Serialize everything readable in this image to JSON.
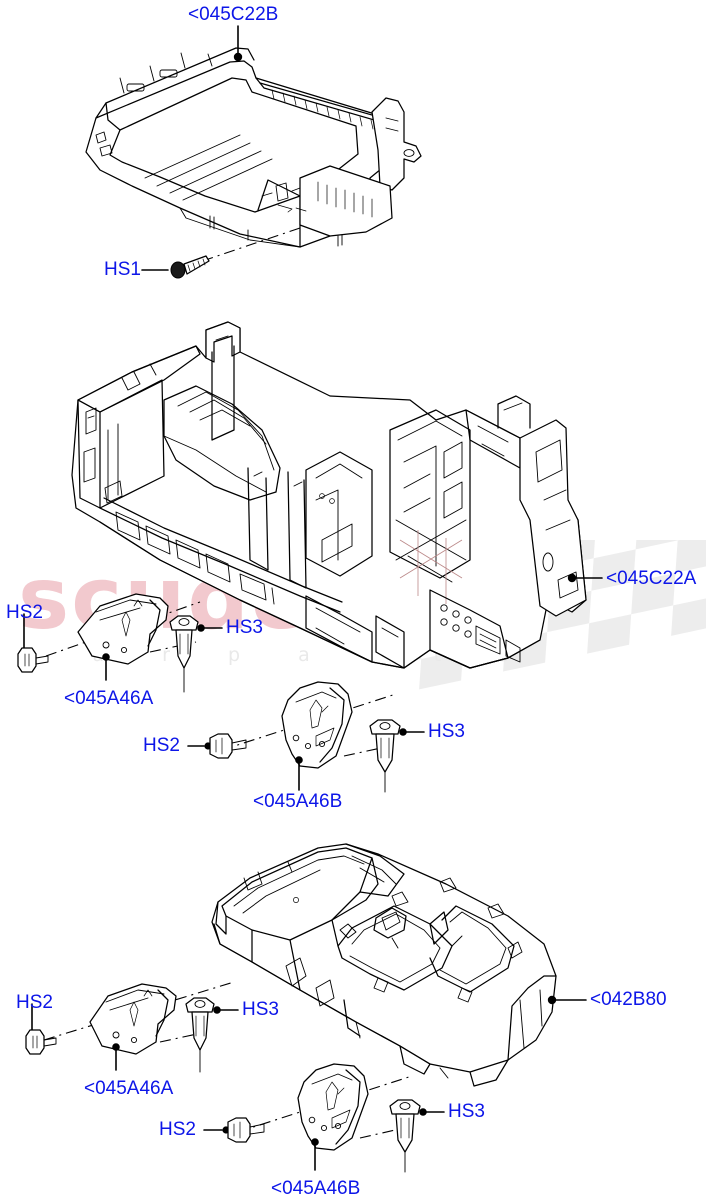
{
  "diagram": {
    "title": "Centre Console Exploded Parts Diagram",
    "label_color": "#0d16e8",
    "line_color": "#000000"
  },
  "watermark": {
    "brand": "scuderia",
    "tagline": "c a r   p a r t s",
    "brand_color": "#f2c9ce",
    "tagline_color": "#e9e9e9",
    "flag_color": "#ededed"
  },
  "assemblies": [
    {
      "name": "console-storage-tray",
      "part_label": "<045C22B",
      "fasteners": [
        {
          "code": "HS1",
          "type": "screw"
        }
      ]
    },
    {
      "name": "console-main-frame",
      "part_label": "<045C22A",
      "brackets": [
        {
          "part_label": "<045A46A",
          "side": "left"
        },
        {
          "part_label": "<045A46B",
          "side": "right"
        }
      ],
      "fasteners": [
        {
          "code": "HS2",
          "type": "push-rivet"
        },
        {
          "code": "HS3",
          "type": "bolt"
        },
        {
          "code": "HS2",
          "type": "push-rivet"
        },
        {
          "code": "HS3",
          "type": "bolt"
        }
      ]
    },
    {
      "name": "console-lid-cover",
      "part_label": "<042B80",
      "brackets": [
        {
          "part_label": "<045A46A",
          "side": "left"
        },
        {
          "part_label": "<045A46B",
          "side": "right"
        }
      ],
      "fasteners": [
        {
          "code": "HS2",
          "type": "push-rivet"
        },
        {
          "code": "HS3",
          "type": "bolt"
        },
        {
          "code": "HS2",
          "type": "push-rivet"
        },
        {
          "code": "HS3",
          "type": "bolt"
        }
      ]
    }
  ],
  "labels": {
    "tray_part": "<045C22B",
    "tray_screw": "HS1",
    "frame_part": "<045C22A",
    "frame_bracket_left": "<045A46A",
    "frame_bracket_right": "<045A46B",
    "frame_hs2_left": "HS2",
    "frame_hs3_left": "HS3",
    "frame_hs2_right": "HS2",
    "frame_hs3_right": "HS3",
    "lid_part": "<042B80",
    "lid_bracket_left": "<045A46A",
    "lid_bracket_right": "<045A46B",
    "lid_hs2_left": "HS2",
    "lid_hs3_left": "HS3",
    "lid_hs2_right": "HS2",
    "lid_hs3_right": "HS3"
  }
}
